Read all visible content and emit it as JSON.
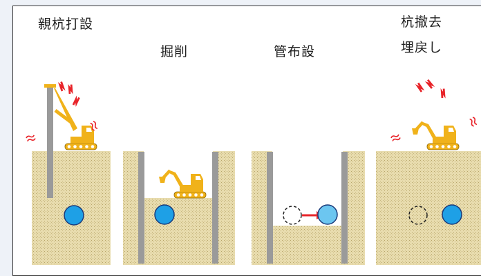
{
  "stages": [
    {
      "label": "親杭打設"
    },
    {
      "label": "掘削"
    },
    {
      "label": "管布設"
    },
    {
      "label_line1": "杭撤去",
      "label_line2": "埋戻し"
    }
  ],
  "colors": {
    "soil": "#e8dcae",
    "pile": "#9a9a9a",
    "pipe": "#1ea0e6",
    "pipe_light": "#6cc6f0",
    "machine": "#f0b21a",
    "vibration": "#e8242a",
    "arrow": "#e8242a"
  }
}
